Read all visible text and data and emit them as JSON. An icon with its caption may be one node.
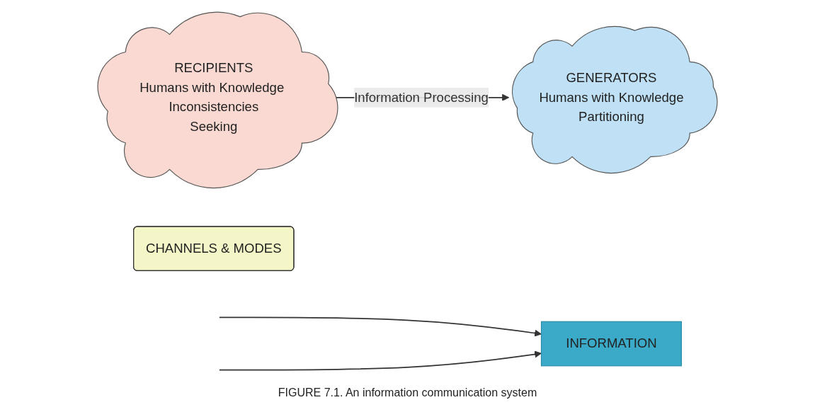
{
  "diagram": {
    "caption": "FIGURE 7.1. An information communication system",
    "nodes": [
      {
        "text": [
          "GENERATORS",
          "Humans with Knowledge",
          "Partitioning"
        ]
      },
      {
        "text": [
          "RECIPIENTS",
          "Humans with Knowledge Inconsistencies",
          "Seeking"
        ]
      },
      {
        "text": [
          "INFORMATION"
        ]
      },
      {
        "text": [
          "CHANNELS & MODES"
        ]
      }
    ],
    "edges": [
      {
        "from": 1,
        "to": 0,
        "label": "Information Processing",
        "arrow": "to"
      },
      {
        "from": null,
        "to": 2,
        "arrow": "to"
      },
      {
        "from": null,
        "to": 2,
        "arrow": "to"
      }
    ]
  }
}
